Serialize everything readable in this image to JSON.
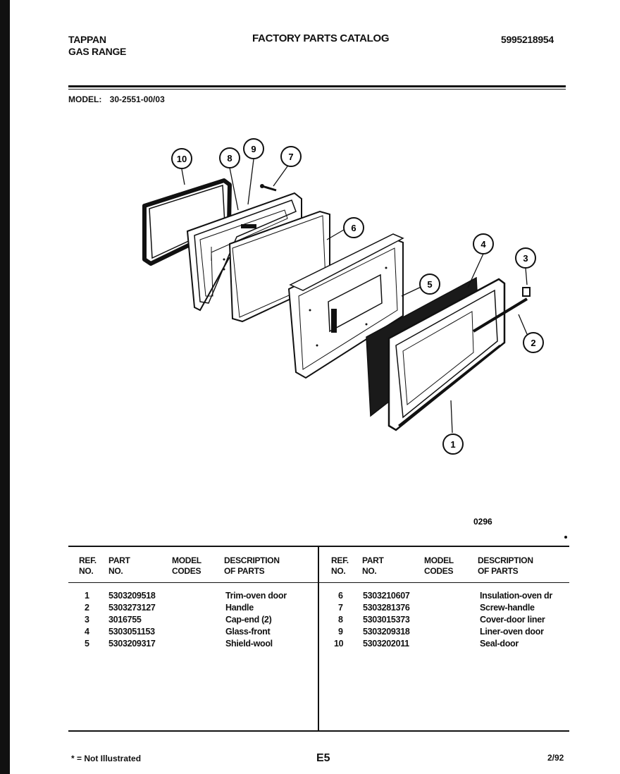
{
  "header": {
    "brand": "TAPPAN",
    "product": "GAS RANGE",
    "title": "FACTORY PARTS CATALOG",
    "catalog_number": "5995218954"
  },
  "model": {
    "label": "MODEL:",
    "value": "30-2551-00/03"
  },
  "diagram": {
    "callouts": [
      "10",
      "8",
      "9",
      "7",
      "6",
      "4",
      "3",
      "5",
      "2",
      "1"
    ],
    "figure_code": "0296"
  },
  "table": {
    "columns": [
      "REF.\nNO.",
      "PART\nNO.",
      "MODEL\nCODES",
      "DESCRIPTION\nOF PARTS"
    ],
    "left_rows": [
      {
        "ref": "1",
        "part": "5303209518",
        "codes": "",
        "desc": "Trim-oven door"
      },
      {
        "ref": "2",
        "part": "5303273127",
        "codes": "",
        "desc": "Handle"
      },
      {
        "ref": "3",
        "part": "3016755",
        "codes": "",
        "desc": "Cap-end (2)"
      },
      {
        "ref": "4",
        "part": "5303051153",
        "codes": "",
        "desc": "Glass-front"
      },
      {
        "ref": "5",
        "part": "5303209317",
        "codes": "",
        "desc": "Shield-wool"
      }
    ],
    "right_rows": [
      {
        "ref": "6",
        "part": "5303210607",
        "codes": "",
        "desc": "Insulation-oven dr"
      },
      {
        "ref": "7",
        "part": "5303281376",
        "codes": "",
        "desc": "Screw-handle"
      },
      {
        "ref": "8",
        "part": "5303015373",
        "codes": "",
        "desc": "Cover-door liner"
      },
      {
        "ref": "9",
        "part": "5303209318",
        "codes": "",
        "desc": "Liner-oven door"
      },
      {
        "ref": "10",
        "part": "5303202011",
        "codes": "",
        "desc": "Seal-door"
      }
    ]
  },
  "footer": {
    "note": "* = Not Illustrated",
    "page": "E5",
    "date": "2/92"
  }
}
